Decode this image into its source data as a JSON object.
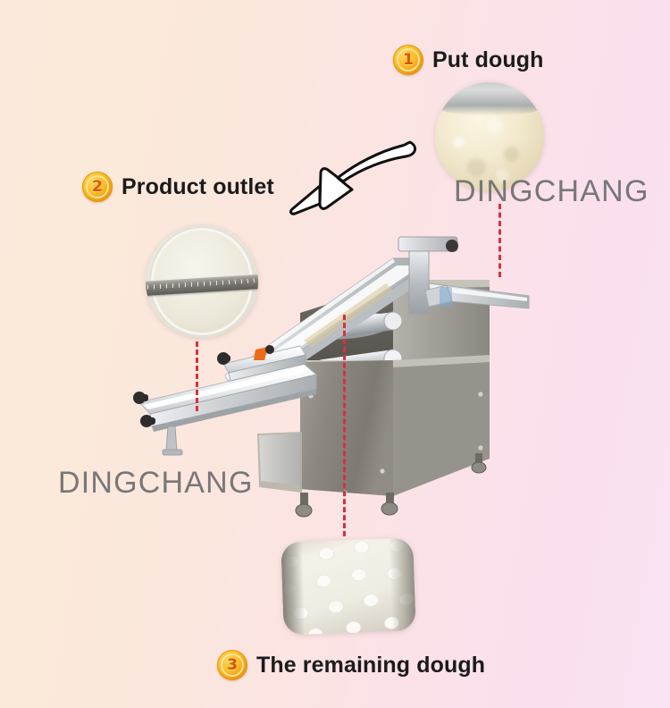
{
  "page": {
    "title": "Dough Pressing Machine Workflow Infographic",
    "background_left": "#fbeadb",
    "background_right": "#f9e2f2"
  },
  "brand": {
    "watermark_right": "DINGCHANG",
    "watermark_left": "DINGCHANG",
    "color": "#6e6e70"
  },
  "badge_color": "#e8960f",
  "badge_number_color": "#d8560c",
  "connector_color": "#d8313a",
  "steps": [
    {
      "number": "1",
      "label": "Put dough",
      "icon": "numbered-badge-icon",
      "inset": "dough-ball-photo"
    },
    {
      "number": "2",
      "label": "Product outlet",
      "icon": "numbered-badge-icon",
      "inset": "flat-dough-with-ruler-photo"
    },
    {
      "number": "3",
      "label": "The remaining dough",
      "icon": "numbered-badge-icon",
      "inset": "perforated-dough-sheet-photo"
    }
  ],
  "arrow": {
    "name": "curved-arrow-icon",
    "direction": "down-left",
    "fill": "#ffffff",
    "stroke": "#111111"
  },
  "machine": {
    "name": "stainless-steel-dough-pressing-machine",
    "body_color": "#8e8b84",
    "metal_light": "#e8eaec",
    "metal_mid": "#bcc0c3"
  }
}
